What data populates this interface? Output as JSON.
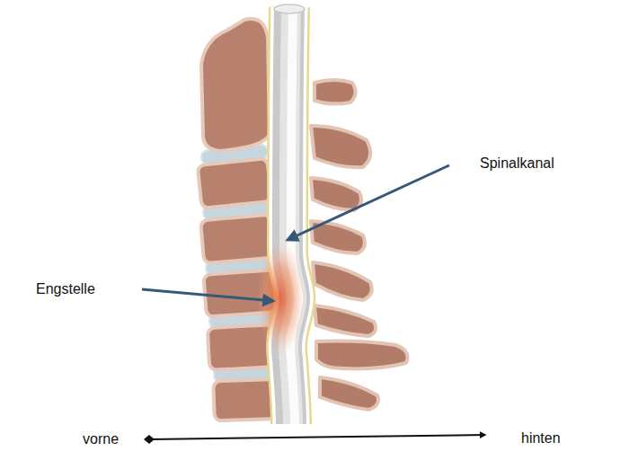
{
  "diagram": {
    "labels": [
      "Spinalkanal",
      "Engstelle",
      "vorne",
      "hinten"
    ]
  }
}
